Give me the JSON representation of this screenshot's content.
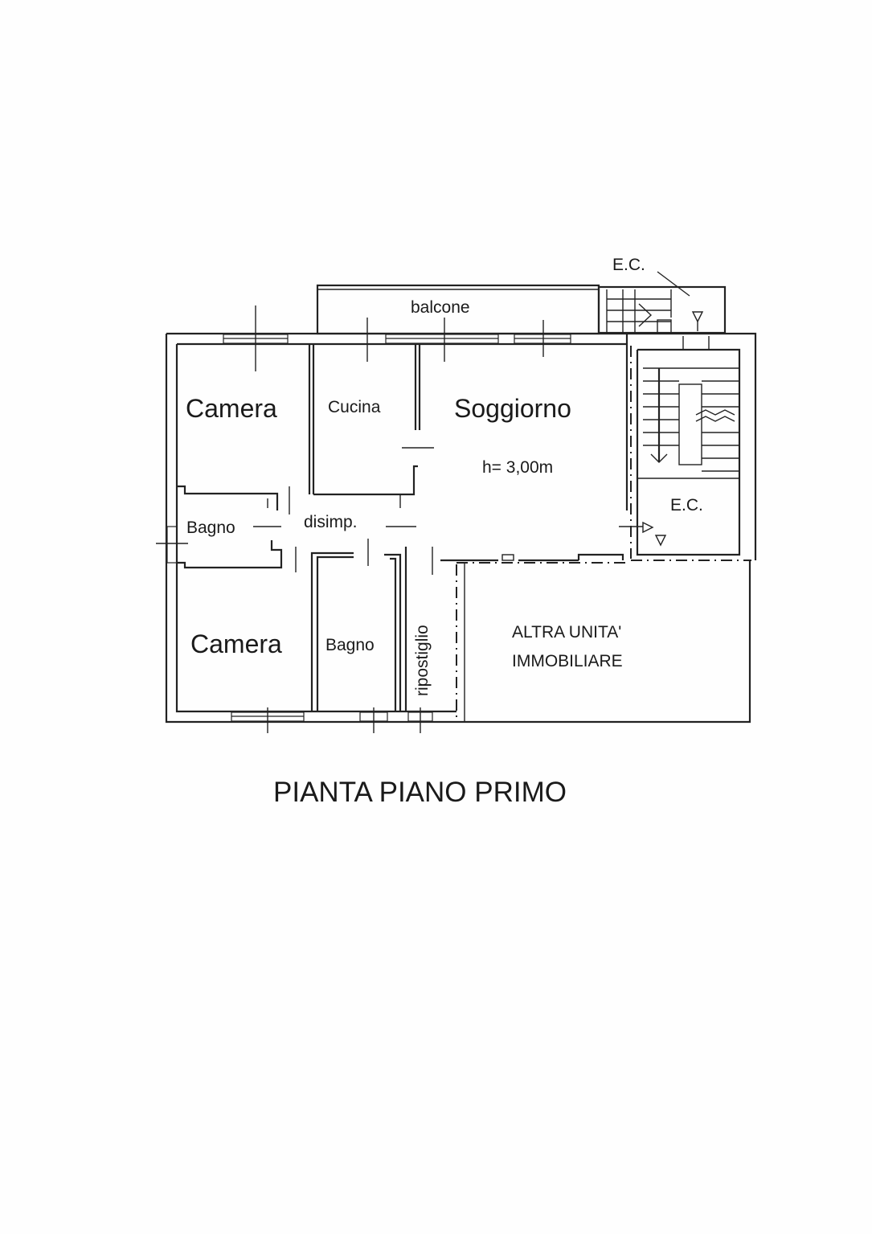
{
  "plan": {
    "labels": {
      "ec_top": "E.C.",
      "balcone": "balcone",
      "camera_top": "Camera",
      "cucina": "Cucina",
      "soggiorno": "Soggiorno",
      "height": "h= 3,00m",
      "bagno_left": "Bagno",
      "disimp": "disimp.",
      "ec_right": "E.C.",
      "camera_bottom": "Camera",
      "bagno_bottom": "Bagno",
      "ripostiglio": "ripostiglio",
      "altra_line1": "ALTRA UNITA'",
      "altra_line2": "IMMOBILIARE"
    },
    "title": "PIANTA PIANO PRIMO"
  }
}
